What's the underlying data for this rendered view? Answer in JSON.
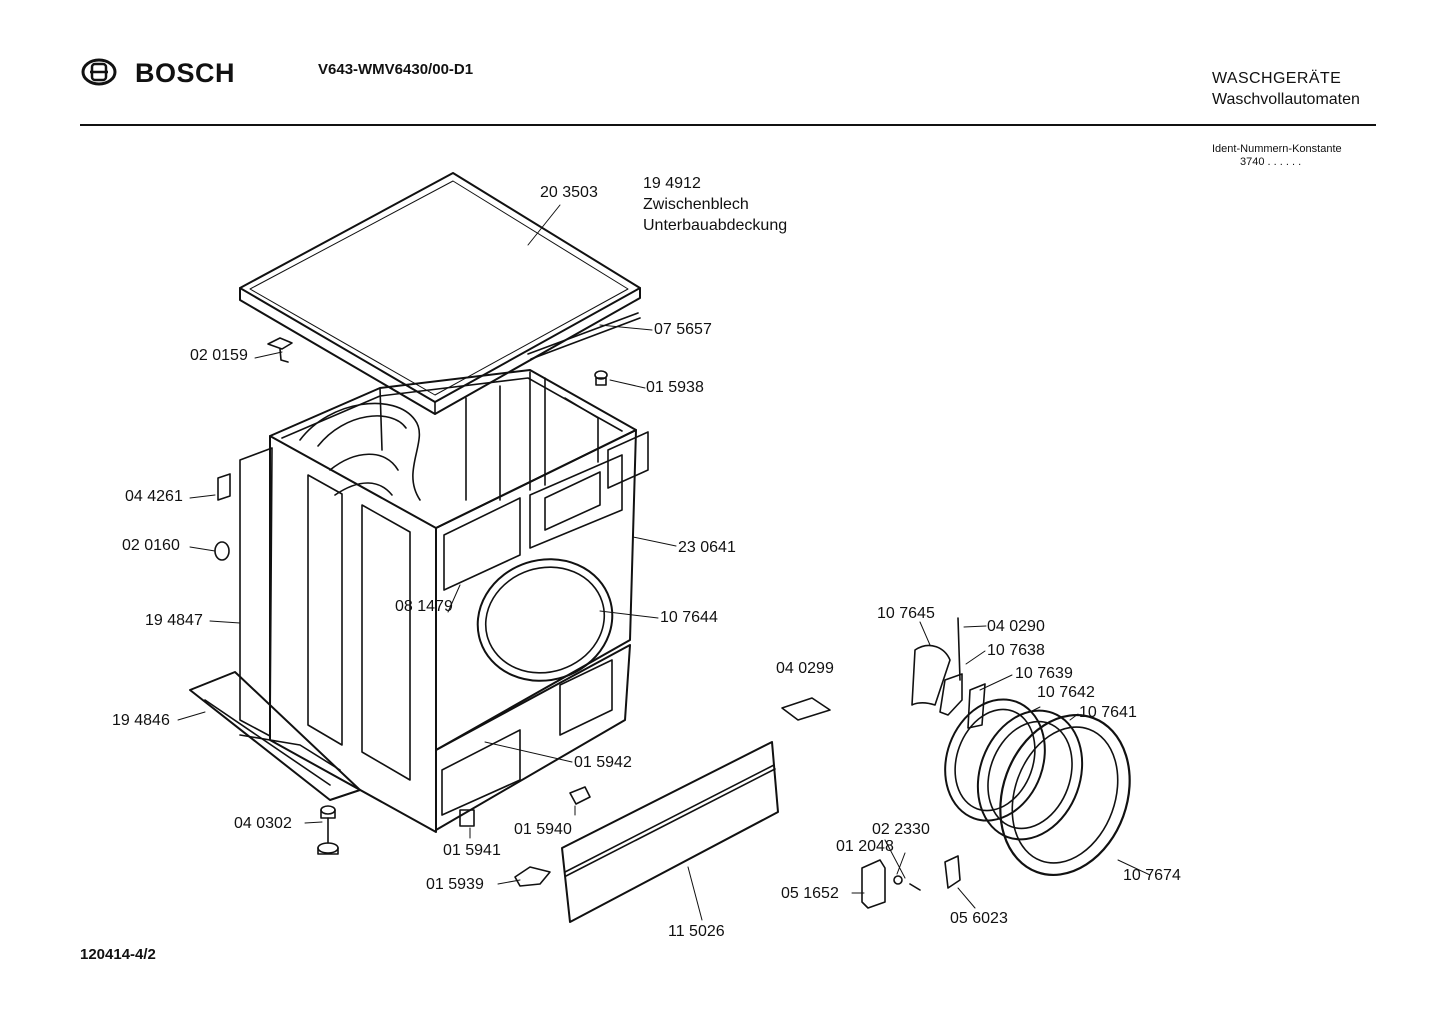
{
  "header": {
    "brand": "BOSCH",
    "model": "V643-WMV6430/00-D1",
    "category_line1": "WASCHGERÄTE",
    "category_line2": "Waschvollautomaten",
    "ident_label": "Ident-Nummern-Konstante",
    "ident_value": "3740  . .  . . . ."
  },
  "footer": {
    "drawing_code": "120414-4/2"
  },
  "callouts": {
    "c203503": "20 3503",
    "c194912": "19 4912",
    "note1": "Zwischenblech",
    "note2": "Unterbauabdeckung",
    "c075657": "07 5657",
    "c020159": "02 0159",
    "c015938": "01 5938",
    "c044261": "04 4261",
    "c020160": "02 0160",
    "c230641": "23 0641",
    "c081479": "08 1479",
    "c107644": "10 7644",
    "c194847": "19 4847",
    "c194846": "19 4846",
    "c107645": "10 7645",
    "c040290": "04 0290",
    "c107638": "10 7638",
    "c040299": "04 0299",
    "c107639": "10 7639",
    "c107642": "10 7642",
    "c107641": "10 7641",
    "c015942": "01 5942",
    "c040302": "04 0302",
    "c015940": "01 5940",
    "c015941": "01 5941",
    "c022330": "02 2330",
    "c012048": "01 2048",
    "c107674": "10 7674",
    "c015939": "01 5939",
    "c051652": "05 1652",
    "c056023": "05 6023",
    "c115026": "11 5026"
  }
}
